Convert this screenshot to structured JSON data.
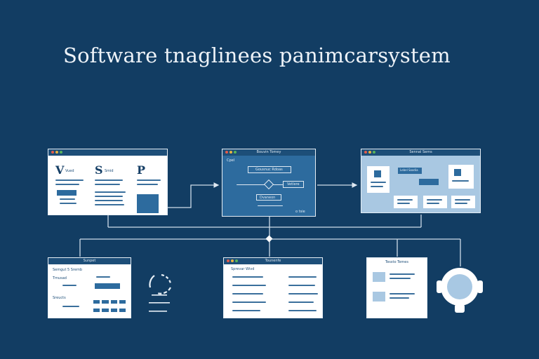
{
  "title": "Software tnaglinees panimcarsystem",
  "windows": {
    "w1": {
      "b1": "V",
      "b1_sub": "Vued",
      "b2": "S",
      "b2_sub": "Smid",
      "b3": "P"
    },
    "w2": {
      "title": "Bouvin Tomey",
      "tag": "Cpel",
      "box_top": "Gousnuc Rdoas",
      "box_mid": "Vetlere",
      "box_bottom": "Dvaneon",
      "footer": "o tsie"
    },
    "w3": {
      "title": "Sennal Sems",
      "node": "Lebel Soodia"
    },
    "w4": {
      "title": "Sunpet",
      "h1": "Semgut 5 Sremb",
      "h2": "Tmusad",
      "h3": "Sreucts"
    },
    "w5": {
      "title": "Tounenfe",
      "h1": "Sprevar Wivd"
    },
    "w6": {
      "title": "Tessto Temes"
    }
  },
  "colors": {
    "bg": "#123d63",
    "panel": "#ffffff",
    "panel_blue": "#2d6b9e",
    "panel_light": "#a9c8e2",
    "line": "#c9d9e8",
    "bar": "#1d4e78"
  }
}
